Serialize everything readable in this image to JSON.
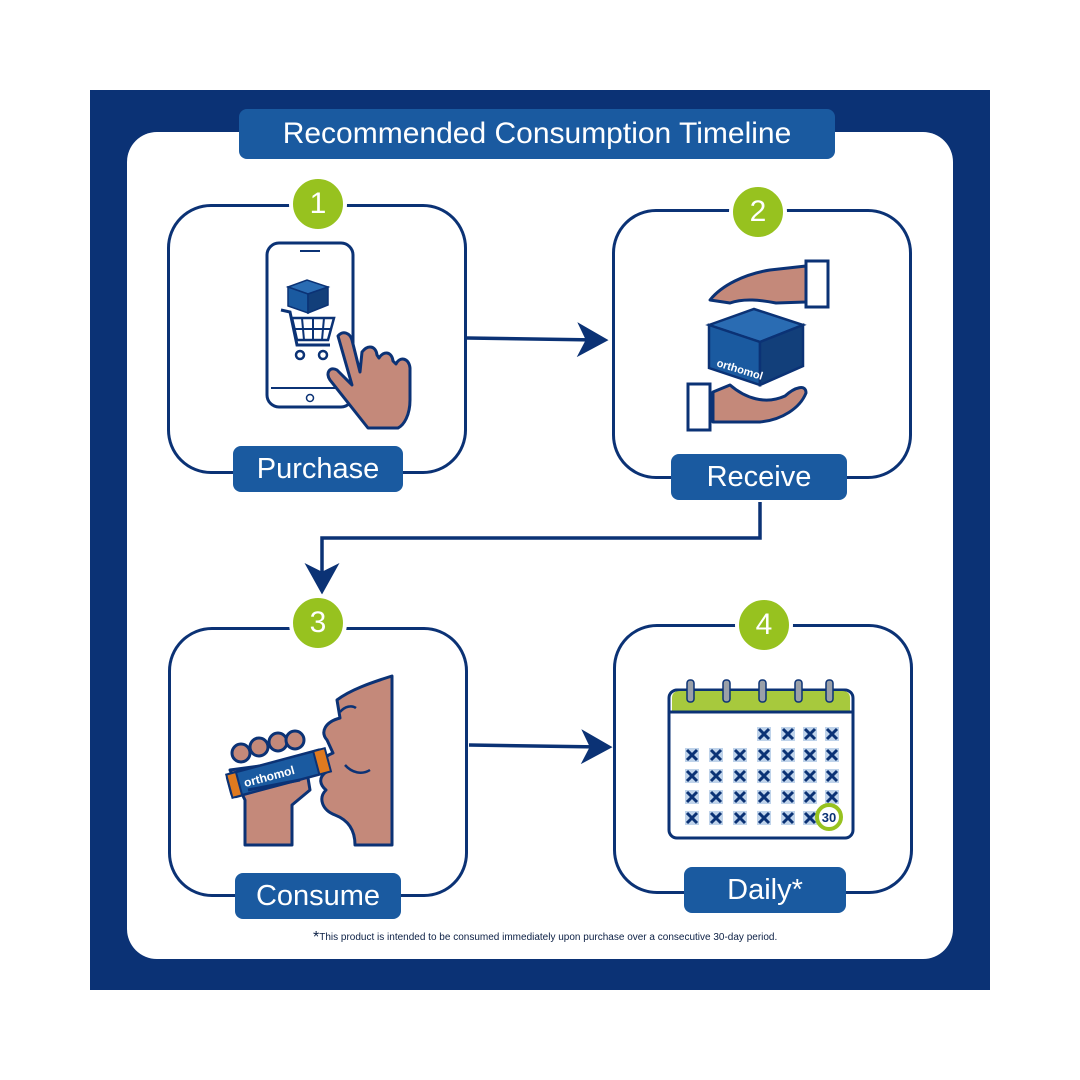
{
  "title": "Recommended Consumption Timeline",
  "steps": [
    {
      "number": "1",
      "label": "Purchase"
    },
    {
      "number": "2",
      "label": "Receive"
    },
    {
      "number": "3",
      "label": "Consume"
    },
    {
      "number": "4",
      "label": "Daily*"
    }
  ],
  "brand": "orthomol",
  "calendar_day": "30",
  "footnote": {
    "star": "*",
    "text": "This product is intended to be consumed immediately upon purchase over a consecutive 30-day period."
  },
  "colors": {
    "navy": "#0b3275",
    "blue": "#1a5aa0",
    "green": "#97c21f",
    "skin": "#c4897a",
    "orange": "#e07a1f"
  }
}
